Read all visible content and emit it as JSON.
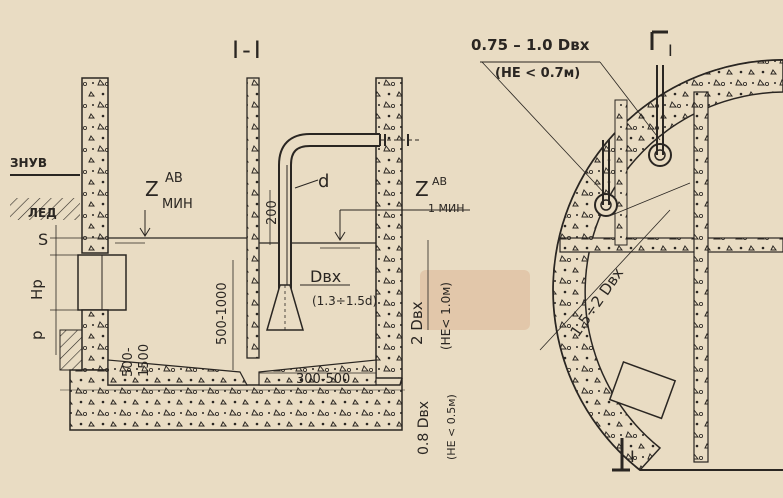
{
  "section": {
    "title": "I-I",
    "labels": {
      "znuv": "ЗНУВ",
      "led": "ЛЕД",
      "s": "S",
      "hp": "Hр",
      "p": "p",
      "zmin_left_main": "Z",
      "zmin_left_sup": "АВ",
      "zmin_left_sub": "МИН",
      "zmin_right_main": "Z",
      "zmin_right_sup": "АВ",
      "zmin_right_sub": "1 МИН",
      "d": "d",
      "dim_200": "200",
      "dbx": "Dвх",
      "dbx_range": "(1.3÷1.5d)",
      "dim_500_1000": "500-1000",
      "dim_500_1500": "500-\n1500",
      "two_dbx": "2 Dвх",
      "two_dbx_note": "(НЕ< 1.0м)",
      "dim_300_500": "300-500",
      "zero8_dbx": "0.8 Dвх",
      "zero8_note": "(НЕ < 0.5м)"
    }
  },
  "plan": {
    "labels": {
      "spacing": "0.75 – 1.0 Dвх",
      "spacing_note": "(НЕ < 0.7м)",
      "diag": "1.5÷2 Dвх",
      "cut_top": "I",
      "cut_bottom": "I"
    }
  },
  "colors": {
    "paper": "#e9dcc3",
    "ink": "#2a2622",
    "stamp": "#d7a07a"
  }
}
